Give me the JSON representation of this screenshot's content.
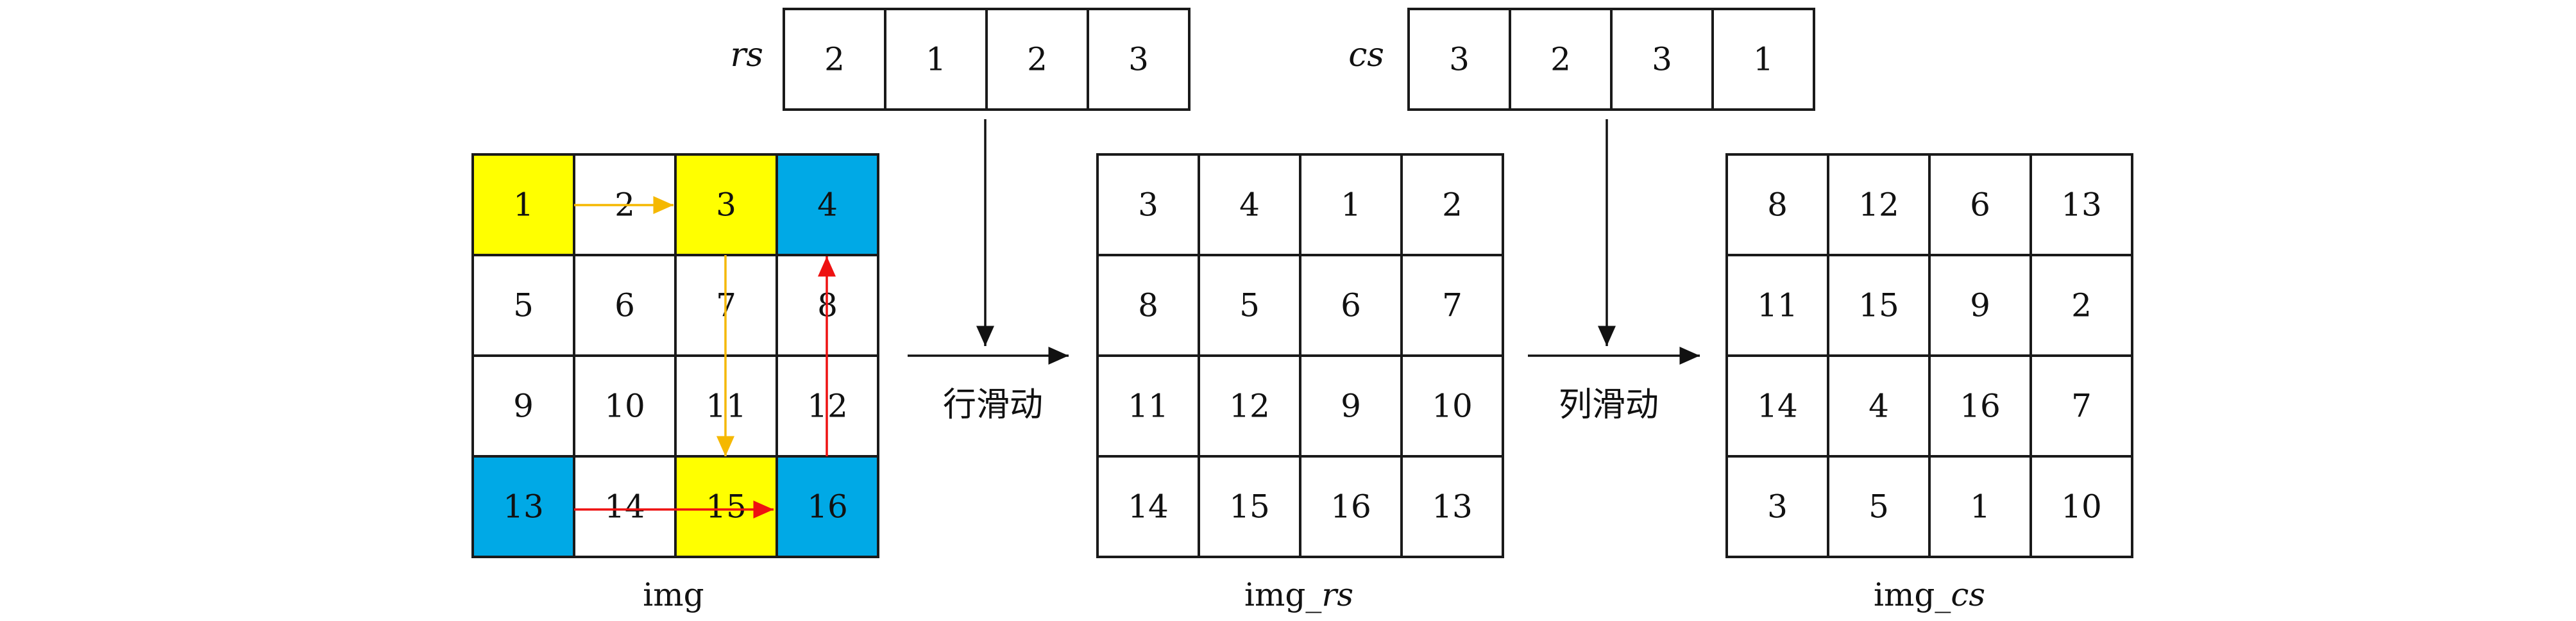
{
  "colors": {
    "highlight_yellow": "#FFFF00",
    "highlight_blue": "#00A9E6",
    "arrow_orange": "#F5B800",
    "arrow_red": "#EE1111",
    "border": "#1a1a1a"
  },
  "vectors": {
    "rs": {
      "name": "rs",
      "values": [
        "2",
        "1",
        "2",
        "3"
      ]
    },
    "cs": {
      "name": "cs",
      "values": [
        "3",
        "2",
        "3",
        "1"
      ]
    }
  },
  "grids": {
    "img": {
      "caption": "img",
      "cells": [
        [
          "1",
          "2",
          "3",
          "4"
        ],
        [
          "5",
          "6",
          "7",
          "8"
        ],
        [
          "9",
          "10",
          "11",
          "12"
        ],
        [
          "13",
          "14",
          "15",
          "16"
        ]
      ],
      "yellow_cells": [
        [
          0,
          0
        ],
        [
          0,
          2
        ],
        [
          3,
          2
        ]
      ],
      "blue_cells": [
        [
          0,
          3
        ],
        [
          3,
          0
        ],
        [
          3,
          3
        ]
      ]
    },
    "img_rs": {
      "caption_base": "img_",
      "caption_var": "rs",
      "cells": [
        [
          "3",
          "4",
          "1",
          "2"
        ],
        [
          "8",
          "5",
          "6",
          "7"
        ],
        [
          "11",
          "12",
          "9",
          "10"
        ],
        [
          "14",
          "15",
          "16",
          "13"
        ]
      ]
    },
    "img_cs": {
      "caption_base": "img_",
      "caption_var": "cs",
      "cells": [
        [
          "8",
          "12",
          "6",
          "13"
        ],
        [
          "11",
          "15",
          "9",
          "2"
        ],
        [
          "14",
          "4",
          "16",
          "7"
        ],
        [
          "3",
          "5",
          "1",
          "10"
        ]
      ]
    }
  },
  "operations": {
    "row_slide": "行滑动",
    "col_slide": "列滑动"
  }
}
